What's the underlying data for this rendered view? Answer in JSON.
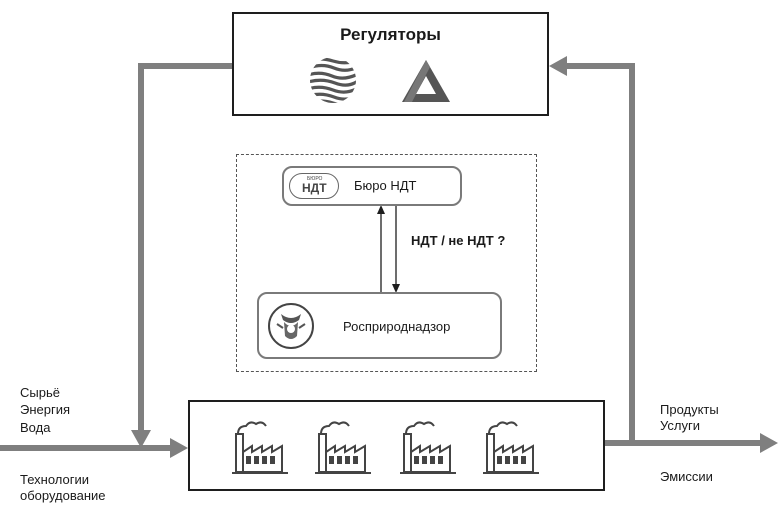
{
  "regulators": {
    "title": "Регуляторы",
    "icons": [
      "globe-stripes-icon",
      "triangle-logo-icon"
    ]
  },
  "bureau": {
    "label": "Бюро НДТ",
    "logo_text": "НДТ",
    "logo_small": "БЮРО"
  },
  "supervisor": {
    "label": "Росприроднадзор",
    "logo": "emblem-icon"
  },
  "question": "НДТ / не НДТ ?",
  "inputs": {
    "line1": "Сырьё",
    "line2": "Энергия",
    "line3": "Вода"
  },
  "technology": {
    "line1": "Технологии",
    "line2": "оборудование"
  },
  "outputs": {
    "line1": "Продукты",
    "line2": "Услуги",
    "emissions": "Эмиссии"
  },
  "factories": [
    "factory-icon",
    "factory-icon",
    "factory-icon",
    "factory-icon"
  ],
  "colors": {
    "arrow": "#7f7f7f",
    "border": "#1e1e1e",
    "icon": "#444444"
  }
}
